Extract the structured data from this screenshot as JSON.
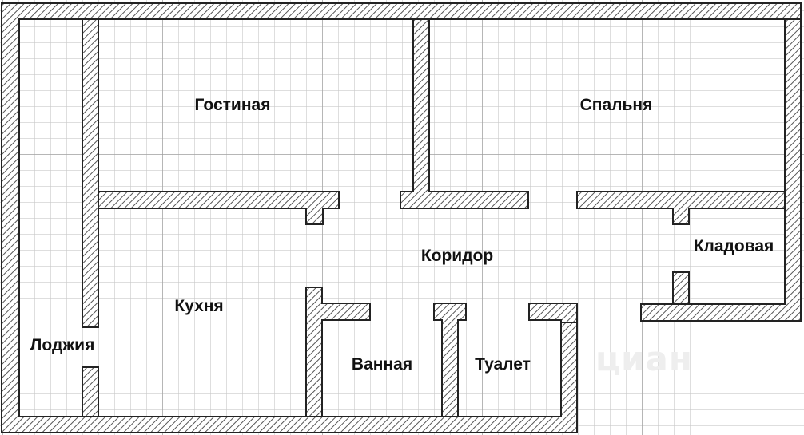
{
  "rooms": {
    "living_room": "Гостиная",
    "bedroom": "Спальня",
    "corridor": "Коридор",
    "storage": "Кладовая",
    "kitchen": "Кухня",
    "loggia": "Лоджия",
    "bathroom": "Ванная",
    "toilet": "Туалет"
  },
  "watermark": "циан",
  "colors": {
    "wall_stroke": "#222222",
    "hatch": "#555555",
    "grid": "#bbbbbb"
  }
}
